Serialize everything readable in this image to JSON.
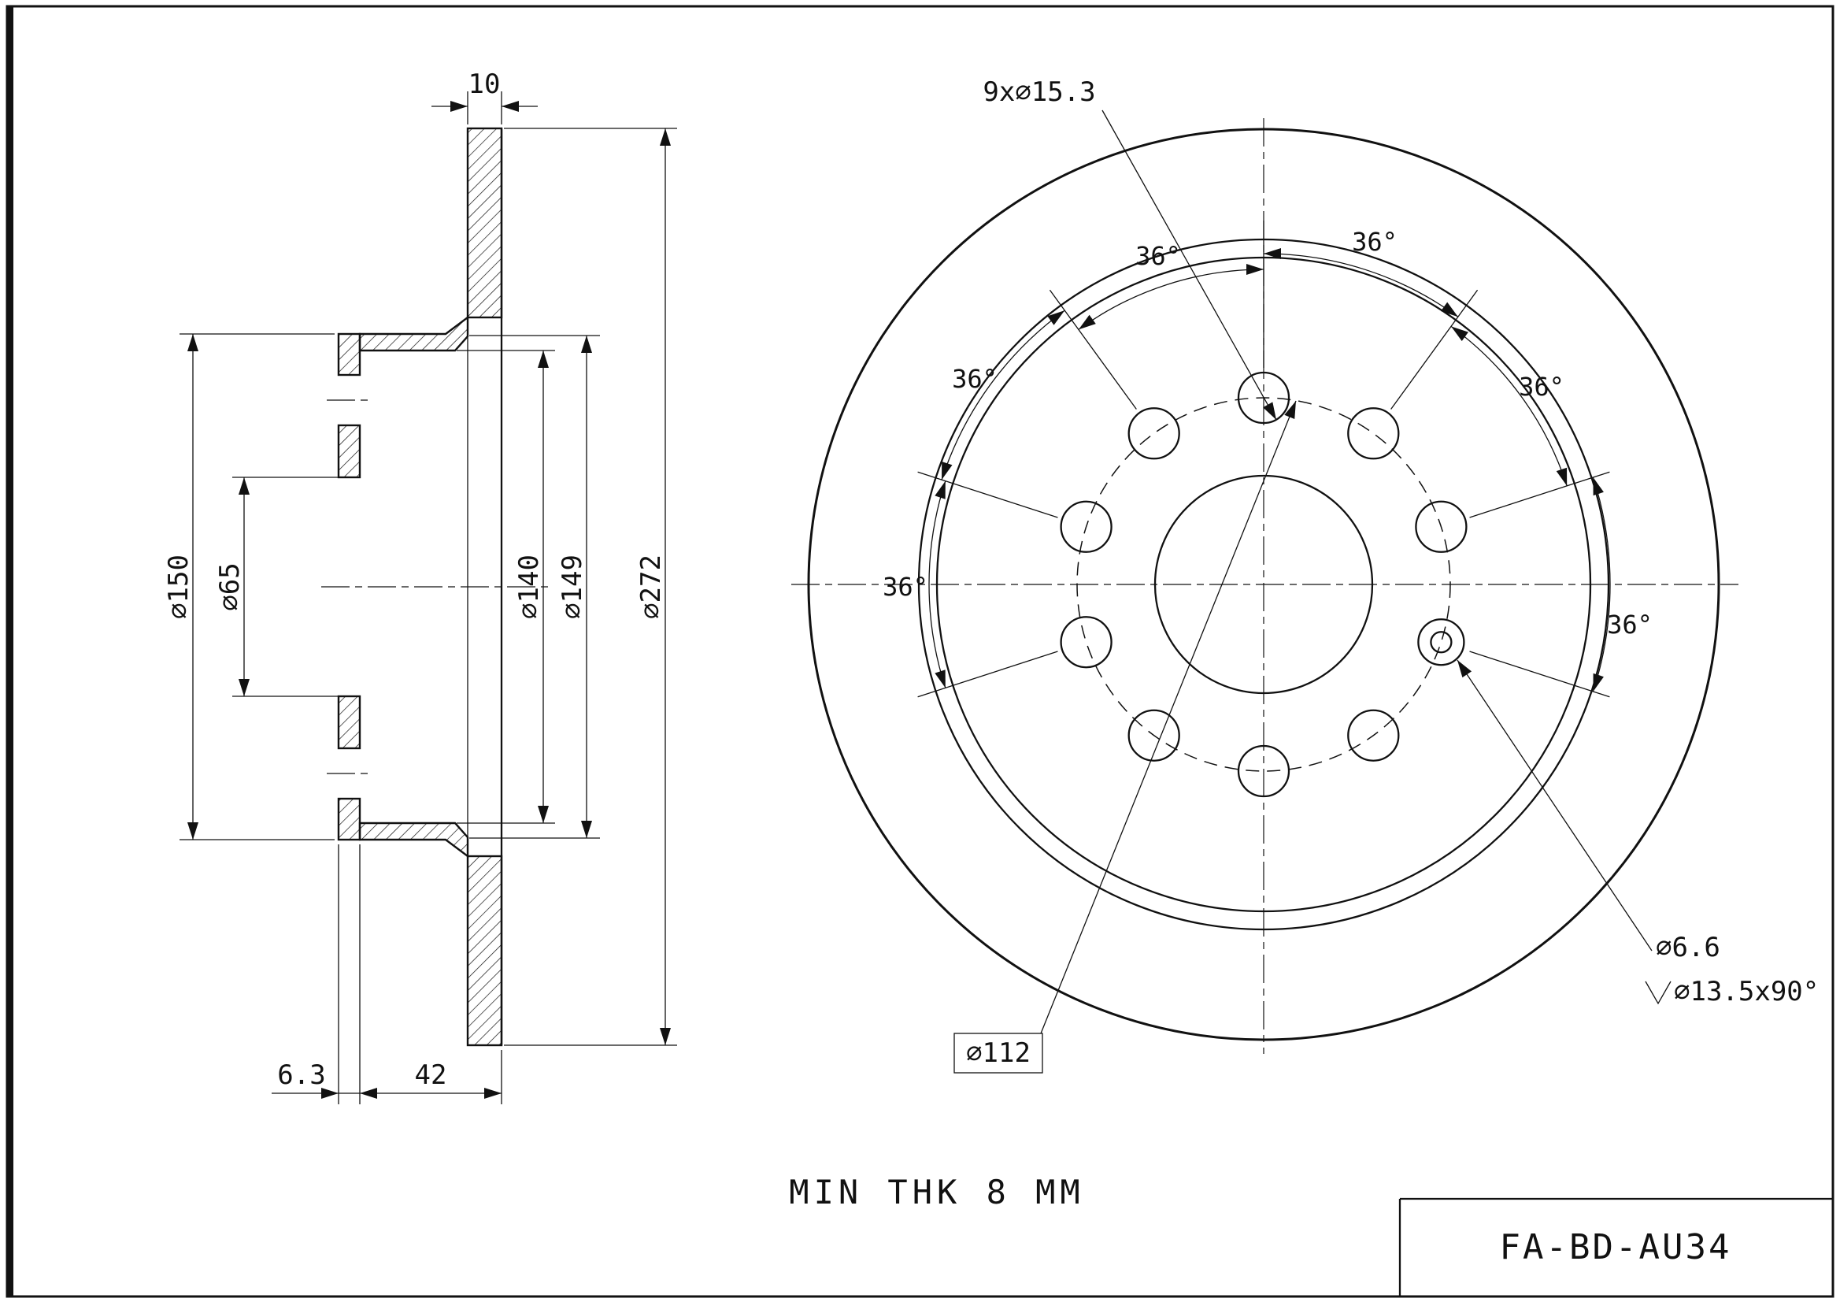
{
  "frame": {
    "bg": "#ffffff",
    "line_color": "#111111"
  },
  "section_view": {
    "dims": {
      "band_width": "10",
      "hat_outer_dia": "⌀150",
      "center_bore_dia": "⌀65",
      "hat_inner_dia": "⌀140",
      "hat_step_dia": "⌀149",
      "outer_dia": "⌀272",
      "face_thickness": "6.3",
      "hat_depth": "42"
    }
  },
  "front_view": {
    "holes_label": "9x⌀15.3",
    "pitch_circle_label": "⌀112",
    "angle_labels": [
      "36°",
      "36°",
      "36°",
      "36°",
      "36°",
      "36°"
    ],
    "set_screw_dia": "⌀6.6",
    "countersink": "⌀13.5x90°"
  },
  "notes": {
    "min_thickness": "MIN THK 8 MM"
  },
  "title_block": {
    "part_number": "FA-BD-AU34"
  }
}
